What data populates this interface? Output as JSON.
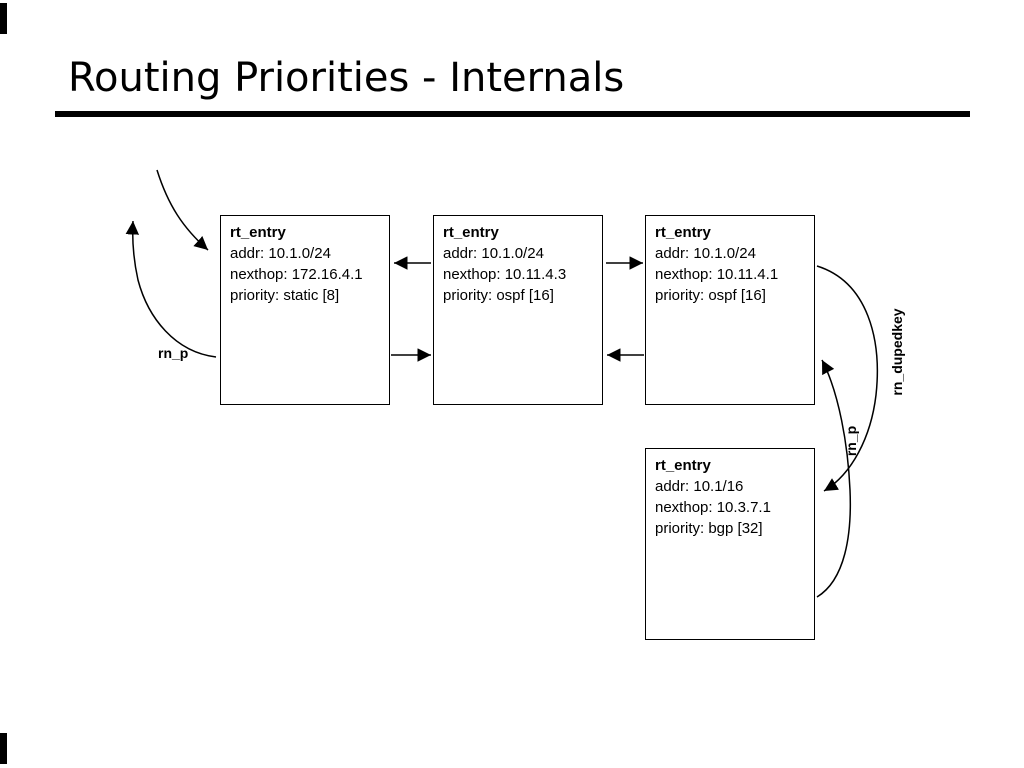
{
  "slide": {
    "title": "Routing Priorities - Internals"
  },
  "diagram": {
    "boxes": [
      {
        "title": "rt_entry",
        "lines": [
          "addr: 10.1.0/24",
          "nexthop: 172.16.4.1",
          "priority: static [8]"
        ]
      },
      {
        "title": "rt_entry",
        "lines": [
          "addr: 10.1.0/24",
          "nexthop: 10.11.4.3",
          "priority: ospf [16]"
        ]
      },
      {
        "title": "rt_entry",
        "lines": [
          "addr: 10.1.0/24",
          "nexthop: 10.11.4.1",
          "priority: ospf [16]"
        ]
      },
      {
        "title": "rt_entry",
        "lines": [
          "addr: 10.1/16",
          "nexthop: 10.3.7.1",
          "priority: bgp [32]"
        ]
      }
    ],
    "labels": {
      "rn_p_left": "rn_p",
      "rn_dupedkey": "rn_dupedkey",
      "rn_p_right": "rn_p"
    },
    "colors": {
      "line": "#000000",
      "background": "#ffffff"
    }
  }
}
